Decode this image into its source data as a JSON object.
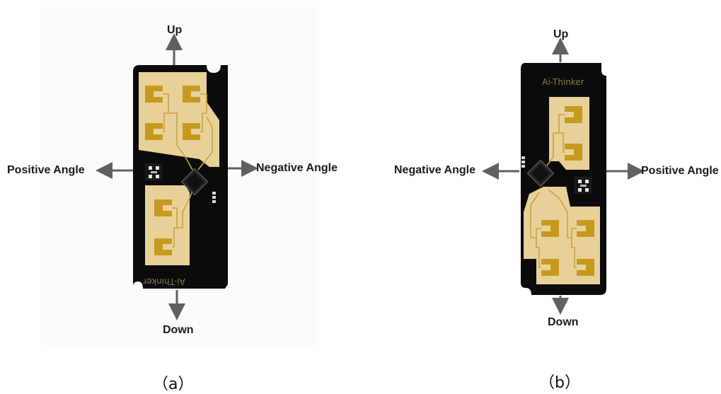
{
  "figure_a": {
    "up": "Up",
    "down": "Down",
    "left": "Positive Angle",
    "right": "Negative Angle",
    "board_text": "Ai-Thinker",
    "caption": "（a）"
  },
  "figure_b": {
    "up": "Up",
    "down": "Down",
    "left": "Negative Angle",
    "right": "Positive Angle",
    "board_text": "Ai-Thinker",
    "caption": "（b）"
  },
  "colors": {
    "board": "#0b0b0b",
    "antenna": "#e8d199",
    "patch": "#c69a1f",
    "trace": "#c9a240",
    "arrow": "#606060"
  }
}
